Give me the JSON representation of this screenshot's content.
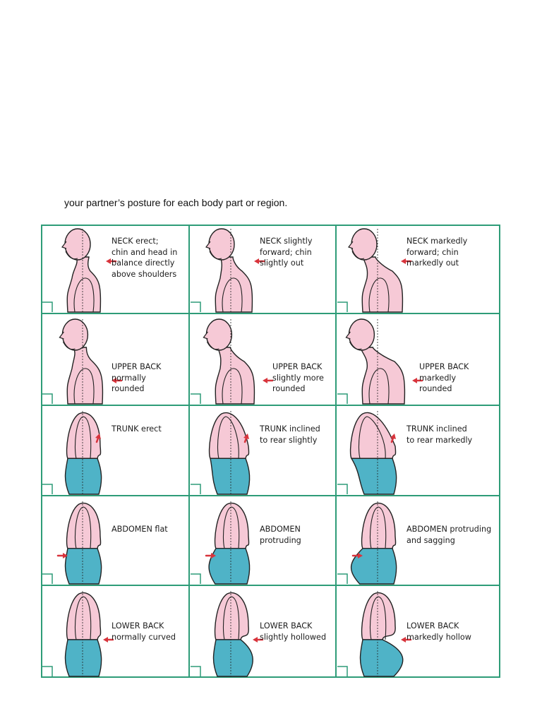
{
  "intro_text": "your partner’s posture for each body part or region.",
  "colors": {
    "grid": "#2e9c78",
    "upper_body": "#f6c9d6",
    "lower_body": "#4fb3c7",
    "outline": "#222222",
    "arrow": "#d8343c"
  },
  "rows": [
    {
      "region": "neck",
      "cells": [
        {
          "label": "NECK erect;\nchin and head in\nbalance directly\nabove shoulders",
          "severity": 0
        },
        {
          "label": "NECK slightly\nforward; chin\nslightly out",
          "severity": 1
        },
        {
          "label": "NECK markedly\nforward; chin\nmarkedly out",
          "severity": 2
        }
      ]
    },
    {
      "region": "upper-back",
      "cells": [
        {
          "label": "UPPER BACK\nnormally\nrounded",
          "severity": 0
        },
        {
          "label": "UPPER BACK\nslightly more\nrounded",
          "severity": 1
        },
        {
          "label": "UPPER BACK\nmarkedly\nrounded",
          "severity": 2
        }
      ]
    },
    {
      "region": "trunk",
      "cells": [
        {
          "label": "TRUNK erect",
          "severity": 0
        },
        {
          "label": "TRUNK inclined\nto rear slightly",
          "severity": 1
        },
        {
          "label": "TRUNK inclined\nto rear markedly",
          "severity": 2
        }
      ]
    },
    {
      "region": "abdomen",
      "cells": [
        {
          "label": "ABDOMEN flat",
          "severity": 0
        },
        {
          "label": "ABDOMEN\nprotruding",
          "severity": 1
        },
        {
          "label": "ABDOMEN protruding\nand sagging",
          "severity": 2
        }
      ]
    },
    {
      "region": "lower-back",
      "cells": [
        {
          "label": "LOWER BACK\nnormally curved",
          "severity": 0
        },
        {
          "label": "LOWER BACK\nslightly hollowed",
          "severity": 1
        },
        {
          "label": "LOWER BACK\nmarkedly hollow",
          "severity": 2
        }
      ]
    }
  ]
}
